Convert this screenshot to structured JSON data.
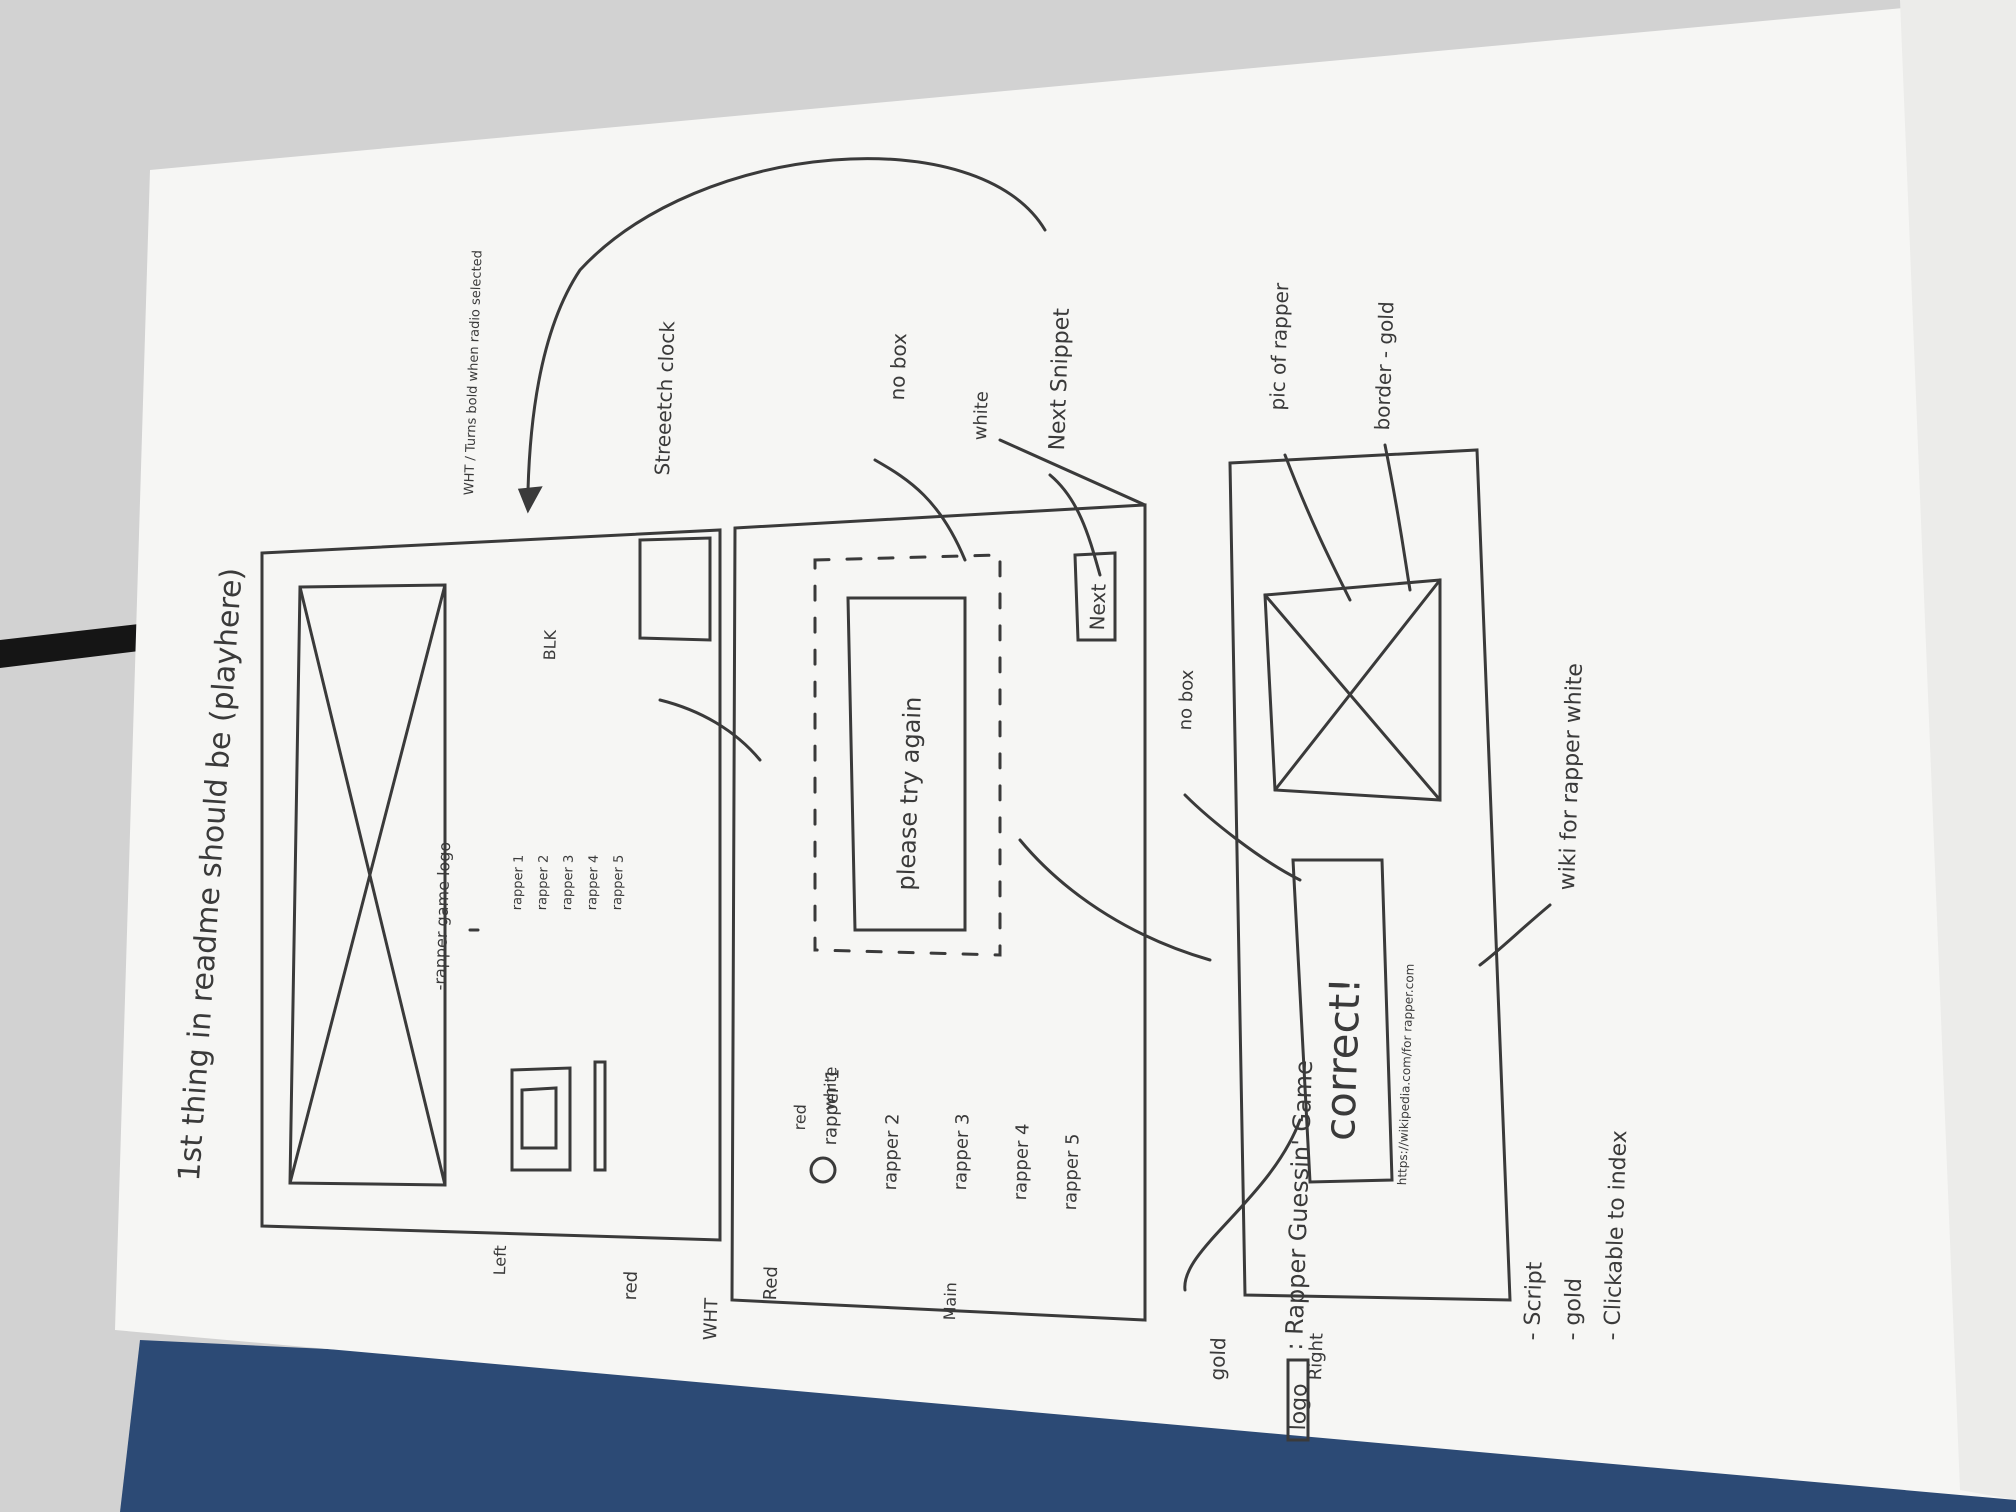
{
  "heading": "1st thing in readme should be (playhere)",
  "logo_box": {
    "label": "-rapper game logo"
  },
  "toggle_notes": {
    "red": "red",
    "white": "WHT",
    "red2": "Red",
    "left": "Left",
    "black": "BLK"
  },
  "radio_list_left": [
    "rapper 1",
    "rapper 2",
    "rapper 3",
    "rapper 4",
    "rapper 5"
  ],
  "wht_note": "WHT / Turns bold when radio selected",
  "stretch_note": "Streeetch clock",
  "main_section": {
    "label": "Main",
    "radio_notes": {
      "red": "red",
      "white": "white"
    },
    "options": [
      "rapper 1",
      "rapper 2",
      "rapper 3",
      "rapper 4",
      "rapper 5"
    ],
    "message": "please try again",
    "no_box": "no box",
    "white_note": "white",
    "next_button": "Next",
    "next_note": "Next Snippet"
  },
  "right_section": {
    "label": "Right",
    "gold_note": "gold",
    "no_box": "no box",
    "correct": "correct!",
    "wiki_link": "https://wikipedia.com/for rapper.com",
    "wiki_note": "wiki for rapper white",
    "pic_note": "pic of rapper",
    "border_note": "border - gold"
  },
  "logo_notes": {
    "logo": "logo",
    "title": ": Rapper Guessin' Game",
    "items": [
      "- Script",
      "- gold",
      "- Clickable to index"
    ]
  },
  "colors": {
    "ink": "#3a3a3a",
    "paper": "#f6f6f4",
    "cover": "#2c4a75"
  }
}
